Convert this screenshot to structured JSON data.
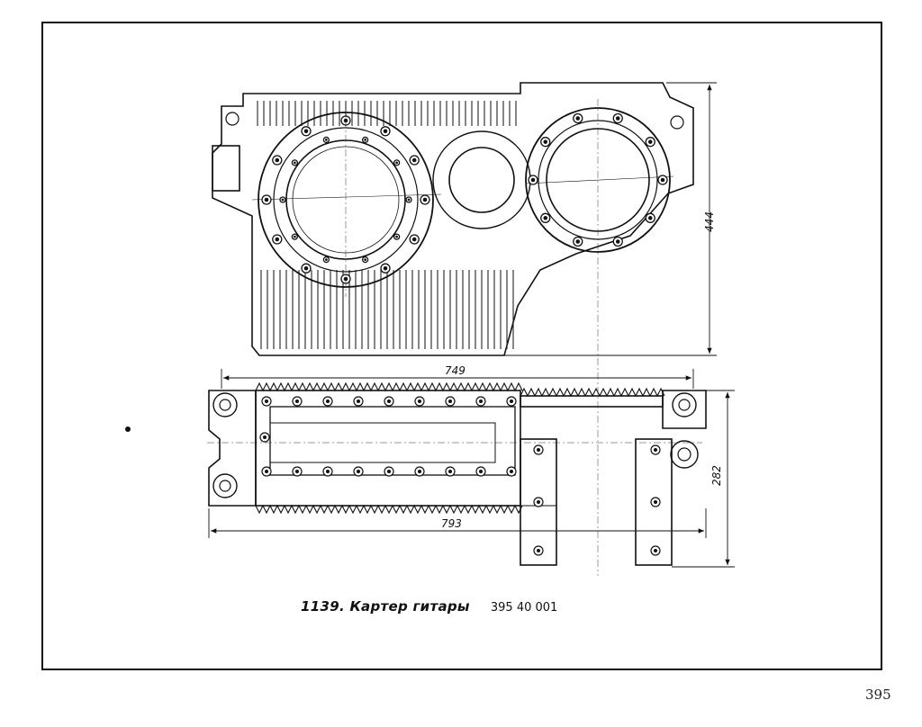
{
  "drawing": {
    "dimensions": {
      "height": "444",
      "length_upper": "749",
      "length_lower": "793",
      "width": "282"
    }
  },
  "caption": {
    "figure": "1139. Картер гитары",
    "part_code": "395 40 001"
  },
  "page_number": "395"
}
